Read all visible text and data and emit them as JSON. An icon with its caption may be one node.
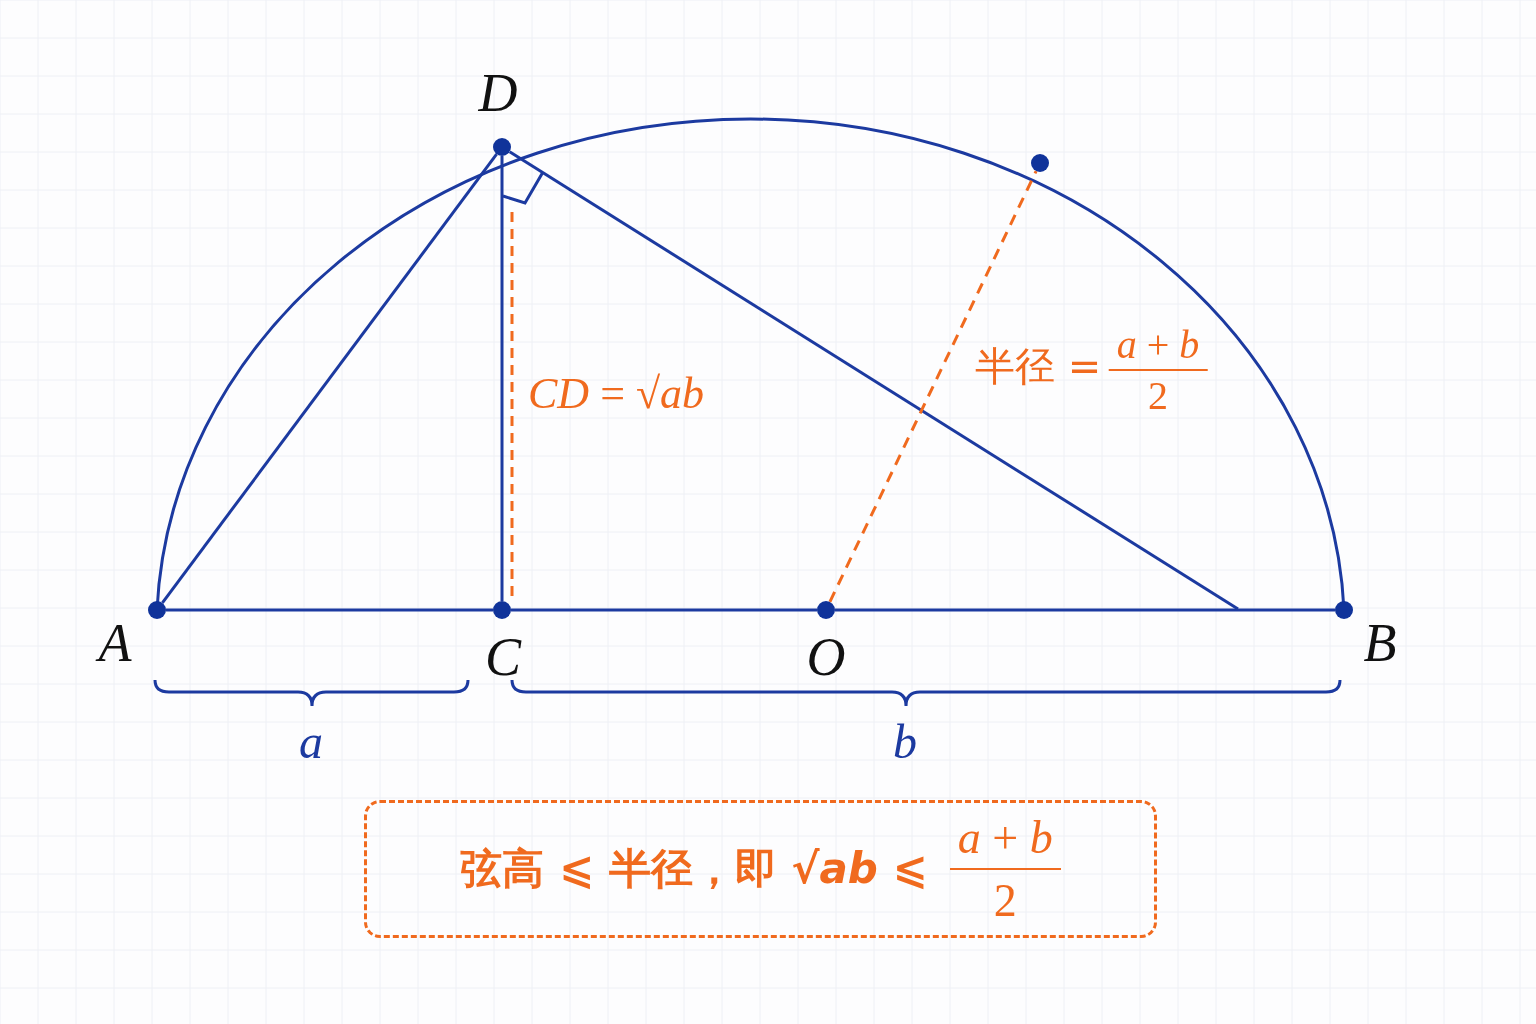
{
  "diagram": {
    "nodes": [
      {
        "text": [],
        "shape": "circle",
        "beside": [
          "A"
        ]
      },
      {
        "text": [],
        "shape": "circle",
        "beside": [
          "C"
        ]
      },
      {
        "text": [],
        "shape": "circle",
        "beside": [
          "O"
        ]
      },
      {
        "text": [],
        "shape": "circle",
        "beside": [
          "B"
        ]
      },
      {
        "text": [],
        "shape": "circle",
        "beside": [
          "D"
        ]
      },
      {
        "text": [],
        "shape": "circle"
      },
      {
        "text": [
          "弦高 ⩽ 半径，即 √*ab* ⩽",
          "*a* + *b*",
          "2"
        ]
      }
    ],
    "edges": [
      {
        "from": 0,
        "to": 1,
        "arrow": "none"
      },
      {
        "from": 1,
        "to": 2,
        "arrow": "none"
      },
      {
        "from": 2,
        "to": 3,
        "arrow": "none"
      },
      {
        "from": 0,
        "to": 4,
        "arrow": "none"
      },
      {
        "from": 1,
        "to": 4,
        "arrow": "none"
      },
      {
        "from": 4,
        "to": null,
        "arrow": "none"
      },
      {
        "from": 2,
        "to": 5,
        "arrow": "none",
        "style": "dashed",
        "color": "#f06a1e"
      }
    ],
    "labels": [
      "*CD* = √*ab*",
      "半径 =",
      "*a* + *b*",
      "2",
      "a",
      "b"
    ]
  }
}
